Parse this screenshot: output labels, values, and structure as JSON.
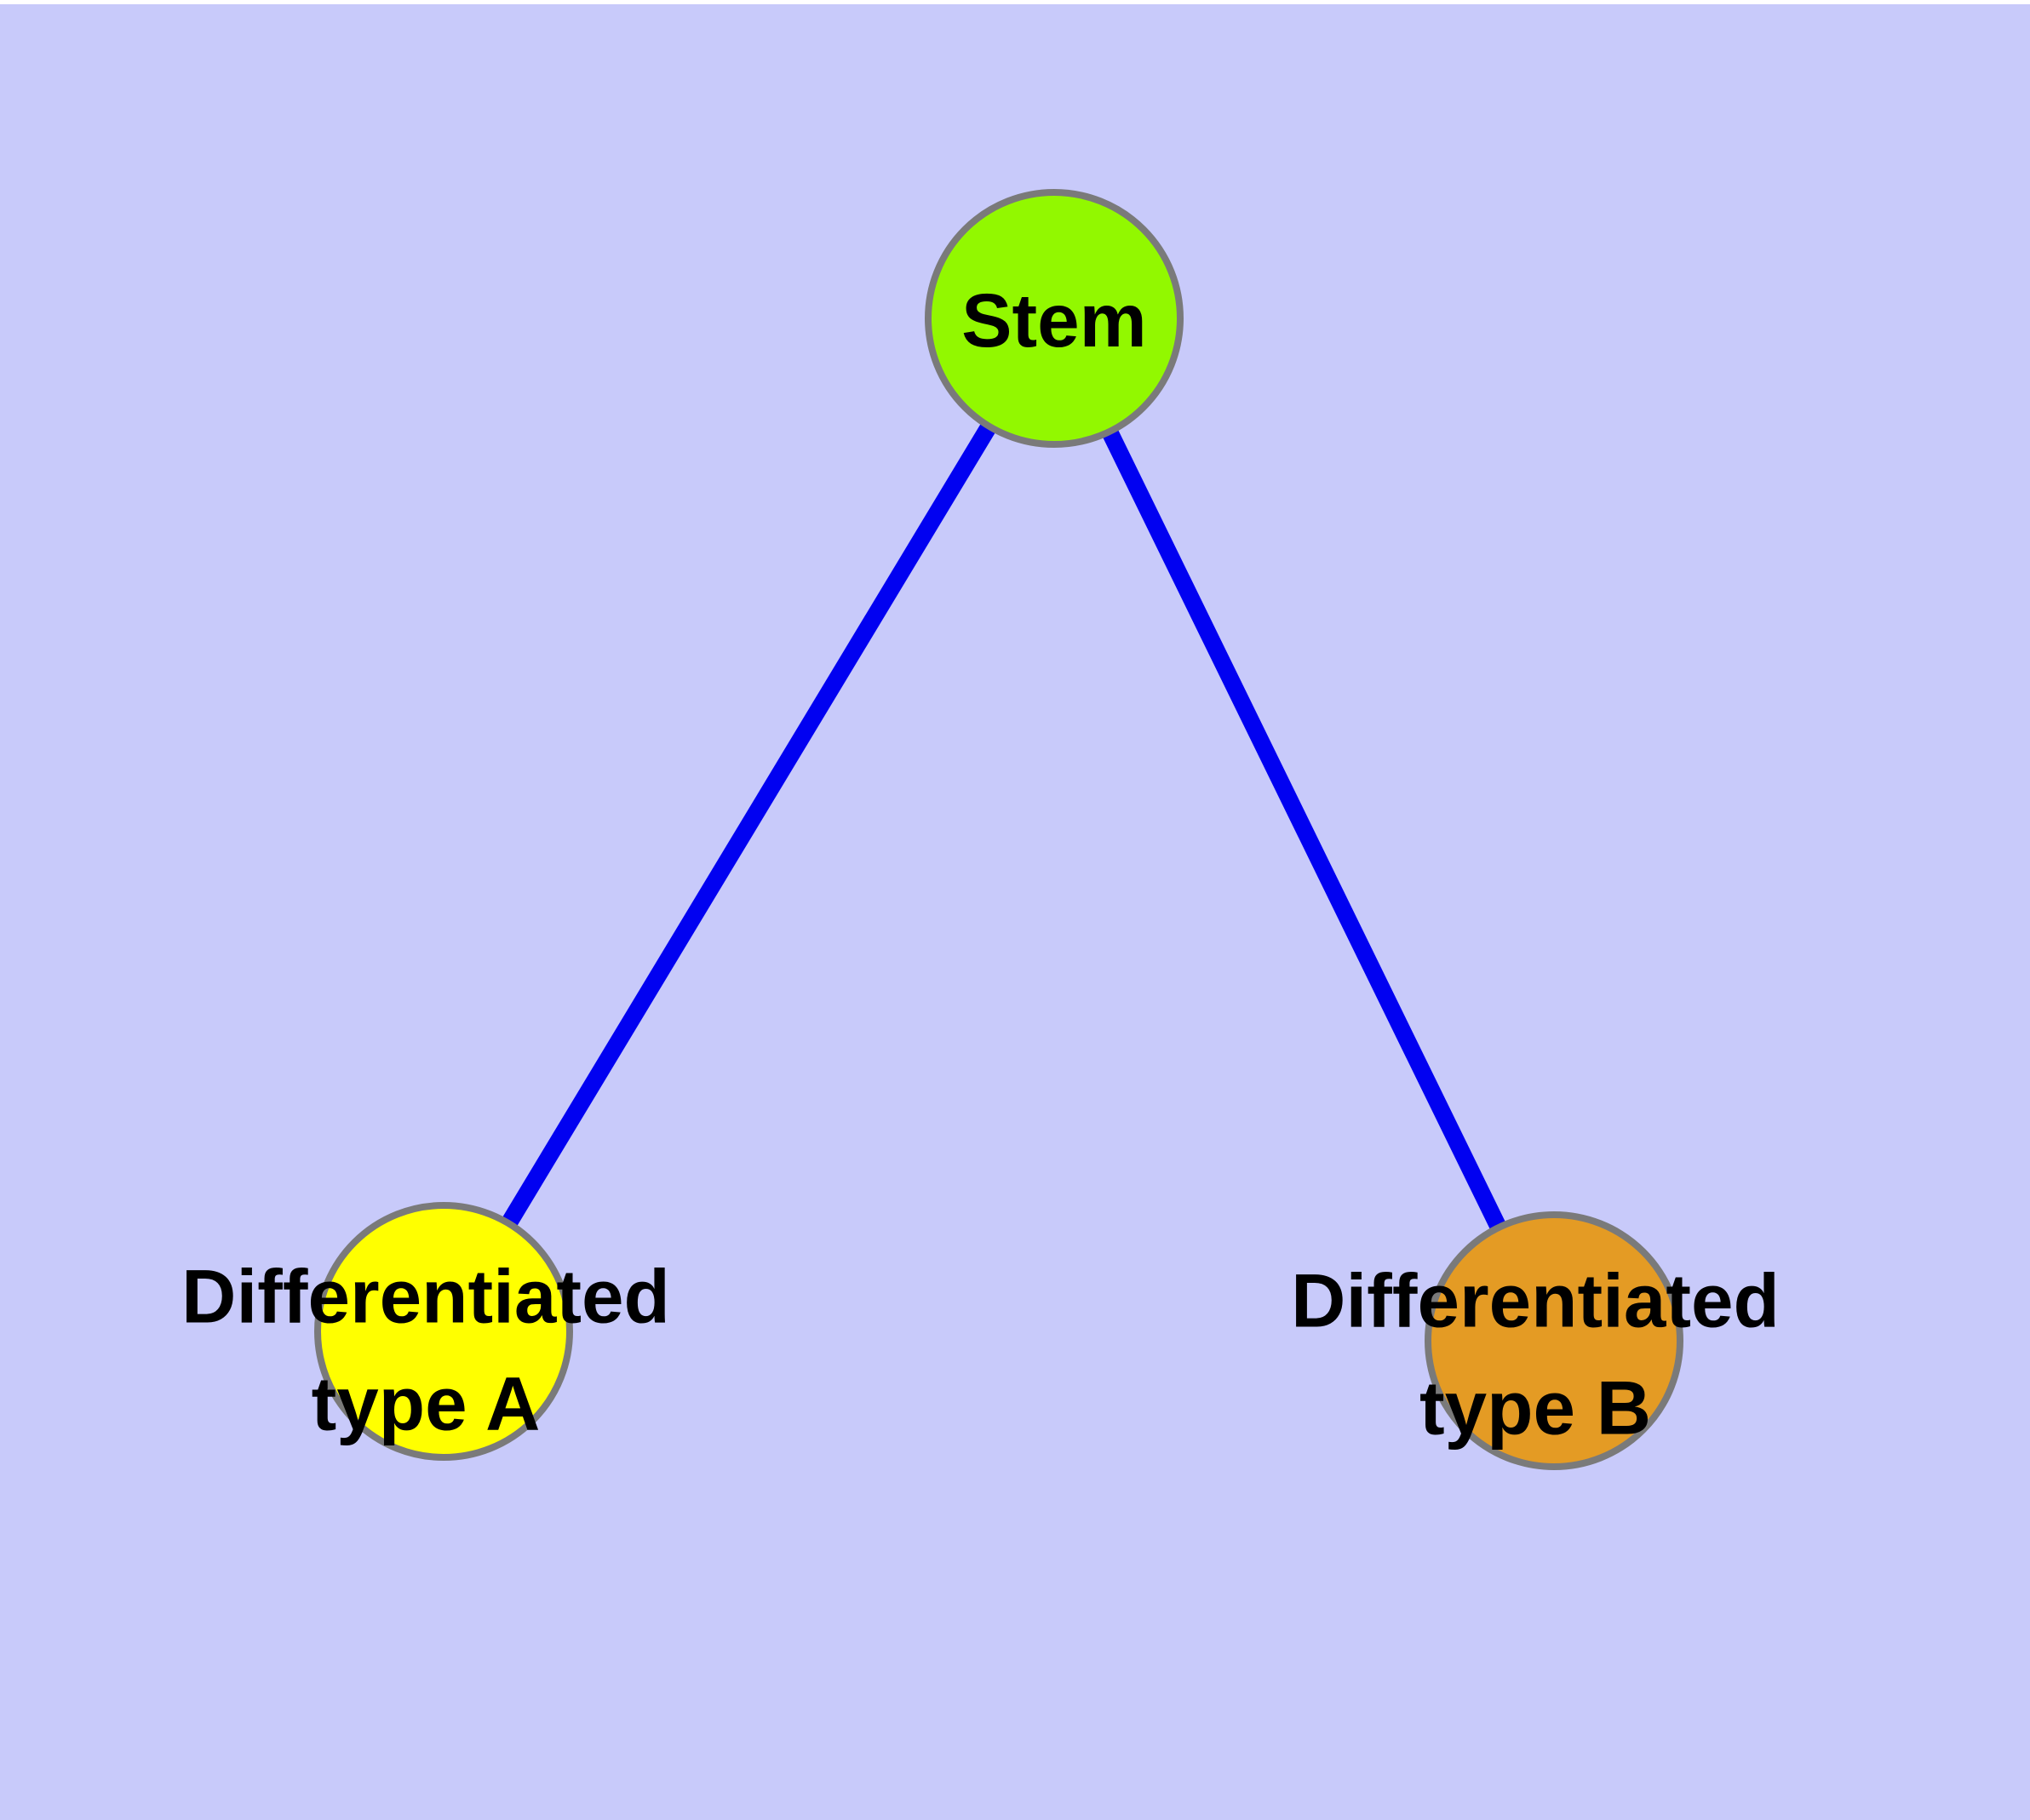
{
  "diagram": {
    "title": "",
    "background_color": "#C8CAFA",
    "top_strip_color": "#FFFFFF",
    "node_border_color": "#7A7A7A",
    "edge_color": "#0101F1",
    "label_color": "#000000",
    "nodes": [
      {
        "id": "stem",
        "label_line1": "Stem",
        "label_line2": "",
        "fill": "#92F800"
      },
      {
        "id": "type-a",
        "label_line1": "Differentiated",
        "label_line2": "type A",
        "fill": "#FFFF00"
      },
      {
        "id": "type-b",
        "label_line1": "Differentiated",
        "label_line2": "type B",
        "fill": "#E49B24"
      }
    ],
    "edges": [
      {
        "from": "stem",
        "to": "type-a"
      },
      {
        "from": "stem",
        "to": "type-b"
      }
    ]
  }
}
